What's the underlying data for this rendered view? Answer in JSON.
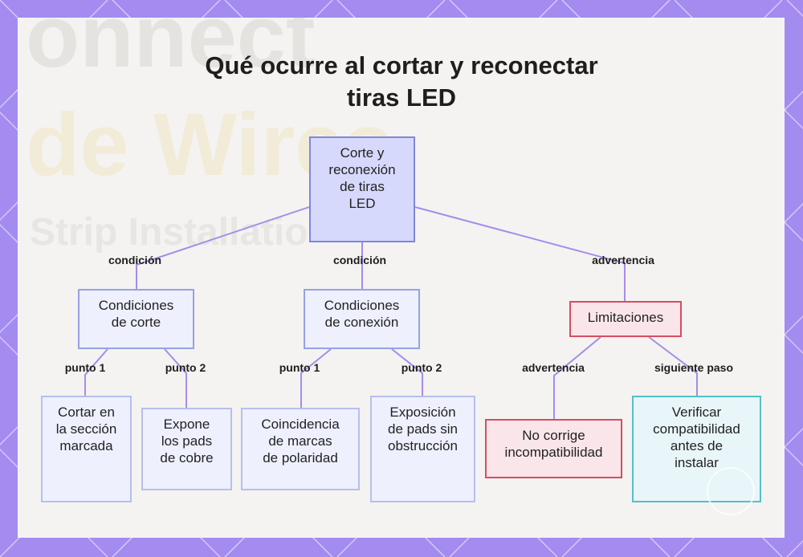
{
  "title": [
    "Qué ocurre al cortar y reconectar",
    "tiras LED"
  ],
  "background_words": [
    "onnect",
    "de Wires",
    "Strip Installatio"
  ],
  "colors": {
    "frame": "#a48bf0",
    "edge": "#a68ce8",
    "root_fill": "#d6d9fb",
    "warning_border": "#d64d60",
    "next_step_border": "#54bfc9"
  },
  "nodes": {
    "root": [
      "Corte y",
      "reconexión",
      "de tiras",
      "LED"
    ],
    "cond_corte": [
      "Condiciones",
      "de corte"
    ],
    "cond_conexion": [
      "Condiciones",
      "de conexión"
    ],
    "limitaciones": [
      "Limitaciones"
    ],
    "cortar": [
      "Cortar en",
      "la sección",
      "marcada"
    ],
    "expone": [
      "Expone",
      "los pads",
      "de cobre"
    ],
    "coincidencia": [
      "Coincidencia",
      "de marcas",
      "de polaridad"
    ],
    "exposicion": [
      "Exposición",
      "de pads sin",
      "obstrucción"
    ],
    "no_corrige": [
      "No corrige",
      "incompatibilidad"
    ],
    "verificar": [
      "Verificar",
      "compatibilidad",
      "antes de",
      "instalar"
    ]
  },
  "edge_labels": {
    "root_cond_corte": "condición",
    "root_cond_conexion": "condición",
    "root_limitaciones": "advertencia",
    "corte_p1": "punto 1",
    "corte_p2": "punto 2",
    "conexion_p1": "punto 1",
    "conexion_p2": "punto 2",
    "lim_warn": "advertencia",
    "lim_next": "siguiente paso"
  }
}
